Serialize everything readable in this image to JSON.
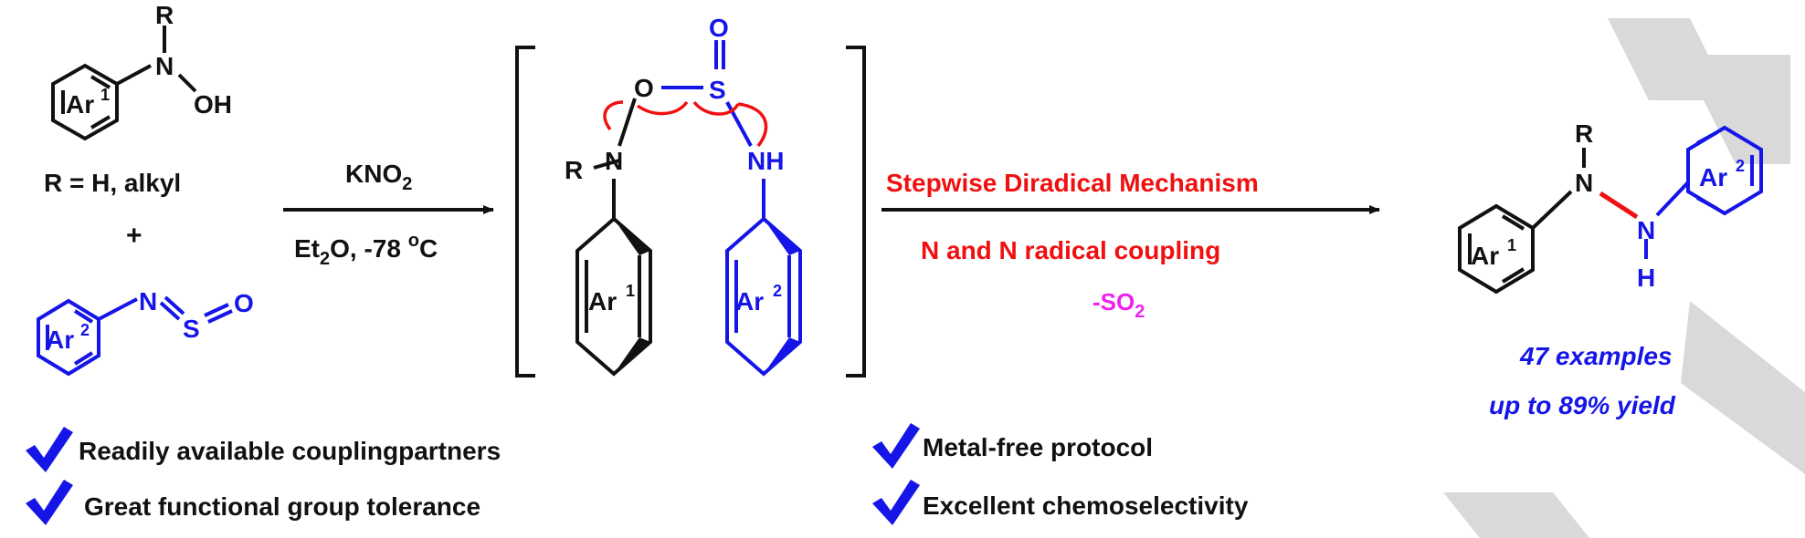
{
  "colors": {
    "black": "#111111",
    "blue": "#1515e8",
    "red": "#f01010",
    "magenta": "#ee22ee",
    "watermark": "#d9d9d9"
  },
  "reagent1": {
    "r_top": "R",
    "n": "N",
    "oh": "OH",
    "ring": "Ar",
    "ring_sup": "1",
    "caption": "R = H, alkyl"
  },
  "plus": "+",
  "reagent2": {
    "n": "N",
    "s": "S",
    "o": "O",
    "ring": "Ar",
    "ring_sup": "2"
  },
  "arrow1": {
    "above_main": "KNO",
    "above_sub": "2",
    "below_a": "Et",
    "below_sub": "2",
    "below_b": "O, -78 ",
    "below_sup": "o",
    "below_c": "C"
  },
  "intermediate": {
    "r": "R",
    "n": "N",
    "o_ring": "O",
    "s": "S",
    "o_top": "O",
    "nh": "NH",
    "ring1": "Ar",
    "ring1_sup": "1",
    "ring2": "Ar",
    "ring2_sup": "2"
  },
  "arrow2": {
    "above": "Stepwise Diradical Mechanism",
    "below": "N and N radical coupling",
    "loss_a": "-SO",
    "loss_sub": "2"
  },
  "product": {
    "r": "R",
    "n1": "N",
    "n2": "N",
    "h": "H",
    "ring1": "Ar",
    "ring1_sup": "1",
    "ring2": "Ar",
    "ring2_sup": "2",
    "examples": "47 examples",
    "yield": "up to 89% yield"
  },
  "features": [
    "Readily available couplingpartners",
    "Great functional group tolerance",
    "Metal-free protocol",
    "Excellent chemoselectivity"
  ]
}
